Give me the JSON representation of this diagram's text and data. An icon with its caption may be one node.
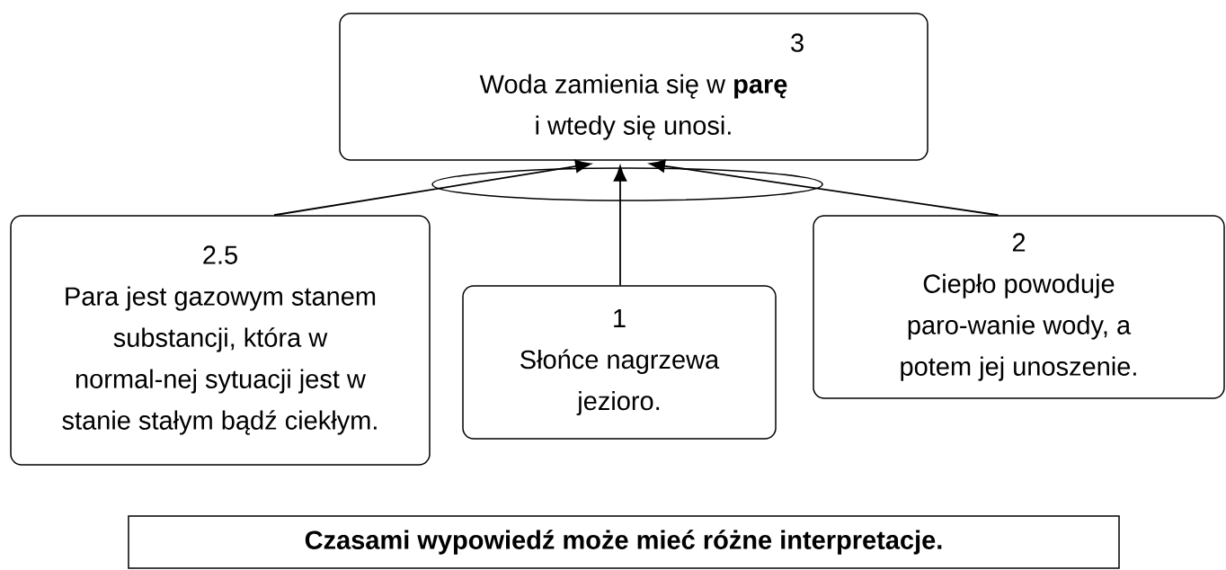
{
  "diagram": {
    "nodes": [
      {
        "text": [
          "3",
          "Woda zamienia się w **parę** i wtedy się unosi."
        ]
      },
      {
        "text": [
          "2.5",
          "Para jest gazowym stanem substancji, która w normal-nej sytuacji jest w stanie stałym bądź ciekłym."
        ]
      },
      {
        "text": [
          "1",
          "Słońce nagrzewa jezioro."
        ]
      },
      {
        "text": [
          "2",
          "Ciepło powoduje paro-wanie wody, a potem jej unoszenie."
        ]
      },
      {
        "text": [
          "Czasami wypowiedź może mieć różne interpretacje."
        ]
      }
    ],
    "edges": [
      {
        "from": 1,
        "to": 0,
        "arrow": "to"
      },
      {
        "from": 2,
        "to": 0,
        "arrow": "to"
      },
      {
        "from": 3,
        "to": 0,
        "arrow": "to"
      }
    ]
  }
}
